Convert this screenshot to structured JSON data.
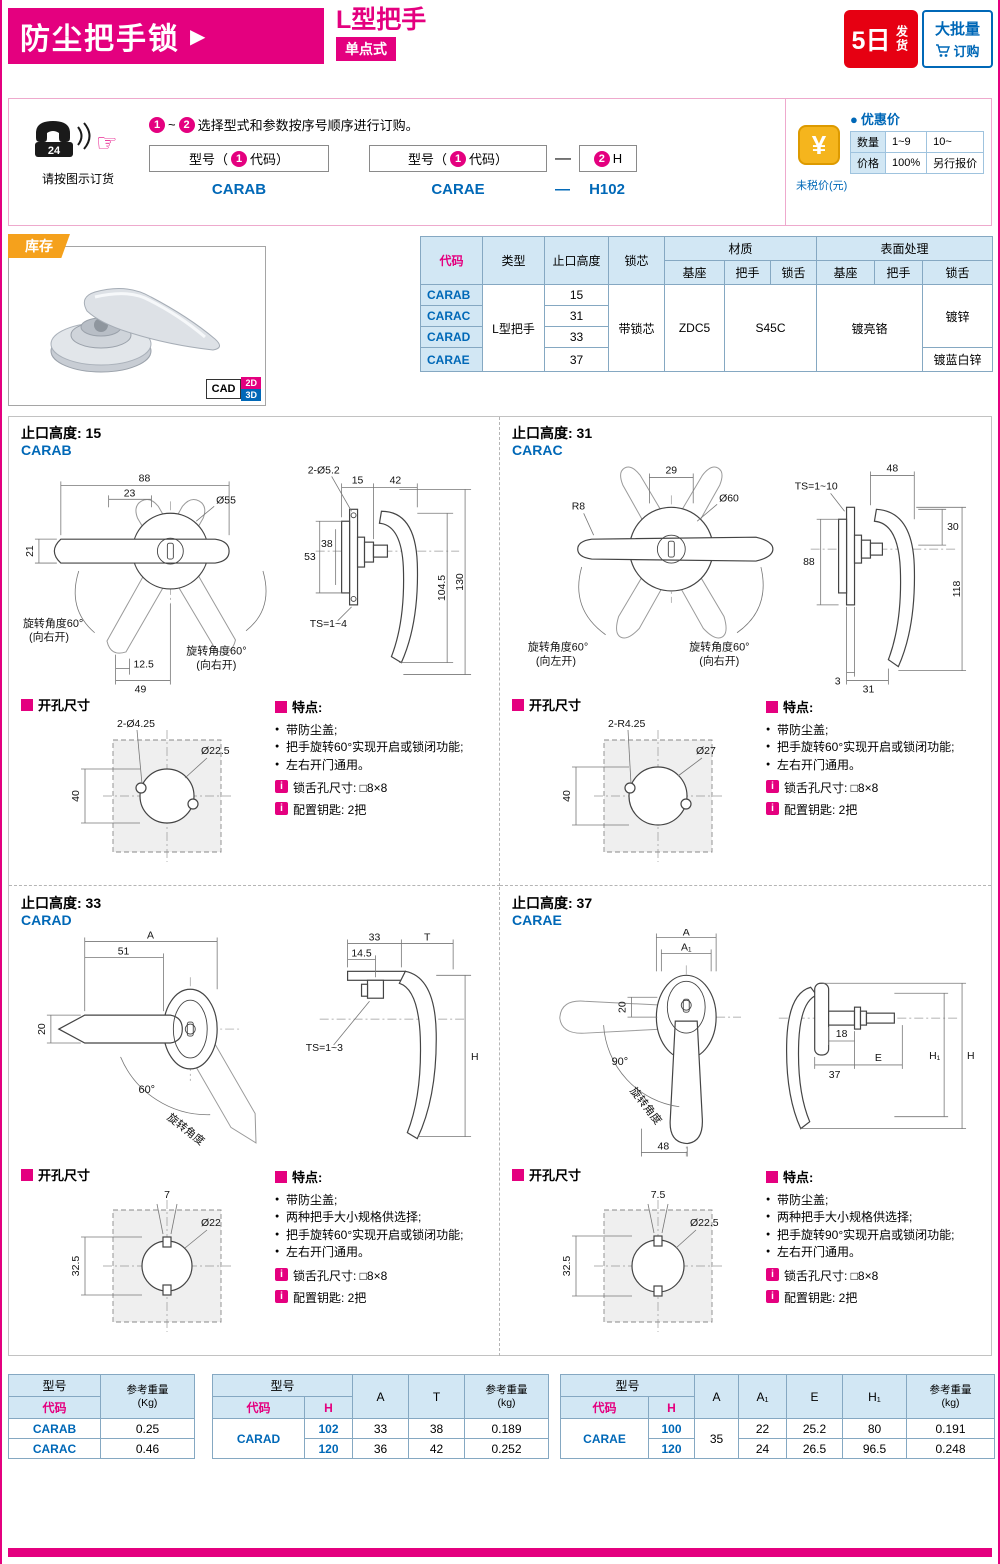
{
  "colors": {
    "accent": "#e4007f",
    "blue": "#0068b7",
    "light_blue": "#d2e7f4",
    "orange": "#f5a11c",
    "red": "#e60012"
  },
  "icons": {
    "info": "i",
    "hand": "☞",
    "dot": "●",
    "yen": "¥"
  },
  "header": {
    "title": "防尘把手锁",
    "arrow": "▶",
    "subtitle": "L型把手",
    "subtitle2": "单点式",
    "ship_big": "5日",
    "ship_small": "发货",
    "bulk_top": "大批量",
    "bulk_bottom": "订购"
  },
  "ordering": {
    "phone_24": "24",
    "hand_glyph": "☞",
    "phone_caption": "请按图示订货",
    "step1": "1",
    "step_tilde": "~",
    "step2": "2",
    "instruction": "选择型式和参数按序号顺序进行订购。",
    "spec_prefix": "型号（",
    "spec_circ": "1",
    "spec_suffix": "代码）",
    "spec2_circ": "2",
    "spec2_param": "H",
    "dash": "—",
    "example1": "CARAB",
    "example2": "CARAE",
    "example2_code": "H102",
    "yen": "¥",
    "dot": "●",
    "price_title": "优惠价",
    "qty_label": "数量",
    "qty1": "1~9",
    "qty2": "10~",
    "price_label": "价格",
    "price1": "100%",
    "price2": "另行报价",
    "note": "未税价(元)"
  },
  "stock": {
    "label": "库存",
    "cad": "CAD",
    "d2": "2D",
    "d3": "3D"
  },
  "spec_table": {
    "h_code": "代码",
    "h_type": "类型",
    "h_height": "止口高度",
    "h_core": "锁芯",
    "h_material": "材质",
    "h_surface": "表面处理",
    "h_base": "基座",
    "h_handle": "把手",
    "h_tongue": "锁舌",
    "h_base2": "基座",
    "h_handle2": "把手",
    "h_tongue2": "锁舌",
    "type_value": "L型把手",
    "core_value": "带锁芯",
    "mat_base": "ZDC5",
    "mat_handle": "S45C",
    "surf_base_handle": "镀亮铬",
    "surf_tongue_a": "镀锌",
    "surf_tongue_b": "镀蓝白锌",
    "rows": [
      {
        "code": "CARAB",
        "height": "15"
      },
      {
        "code": "CARAC",
        "height": "31"
      },
      {
        "code": "CARAD",
        "height": "33"
      },
      {
        "code": "CARAE",
        "height": "37"
      }
    ]
  },
  "q1": {
    "height_label": "止口高度: 15",
    "code": "CARAB",
    "front": {
      "a": "88",
      "b": "23",
      "c": "Ø55",
      "d": "21",
      "e": "12.5",
      "f": "49",
      "rot1": "旋转角度60°",
      "rot1b": "(向右开)",
      "rot2": "旋转角度60°",
      "rot2b": "(向右开)"
    },
    "side": {
      "a": "2-Ø5.2",
      "b": "15",
      "c": "42",
      "d": "53",
      "e": "38",
      "f": "TS=1~4",
      "g": "104.5",
      "h": "130"
    },
    "hole_title": "开孔尺寸",
    "hole": {
      "a": "2-Ø4.25",
      "b": "Ø22.5",
      "c": "40"
    },
    "features_title": "特点:",
    "features": [
      "带防尘盖;",
      "把手旋转60°实现开启或锁闭功能;",
      "左右开门通用。"
    ],
    "info1": "锁舌孔尺寸: □8×8",
    "info2": "配置钥匙: 2把"
  },
  "q2": {
    "height_label": "止口高度: 31",
    "code": "CARAC",
    "front": {
      "a": "29",
      "b": "Ø60",
      "c": "R8",
      "rot1": "旋转角度60°",
      "rot1b": "(向左开)",
      "rot2": "旋转角度60°",
      "rot2b": "(向右开)"
    },
    "side": {
      "a": "TS=1~10",
      "b": "48",
      "c": "30",
      "d": "88",
      "e": "118",
      "f": "3",
      "g": "31"
    },
    "hole_title": "开孔尺寸",
    "hole": {
      "a": "2-R4.25",
      "b": "Ø27",
      "c": "40"
    },
    "features_title": "特点:",
    "features": [
      "带防尘盖;",
      "把手旋转60°实现开启或锁闭功能;",
      "左右开门通用。"
    ],
    "info1": "锁舌孔尺寸: □8×8",
    "info2": "配置钥匙: 2把"
  },
  "q3": {
    "height_label": "止口高度: 33",
    "code": "CARAD",
    "front": {
      "a": "51",
      "b": "A",
      "c": "20",
      "rot": "60°",
      "rotb": "旋转角度"
    },
    "side": {
      "a": "33",
      "b": "14.5",
      "c": "T",
      "d": "TS=1~3",
      "e": "H"
    },
    "hole_title": "开孔尺寸",
    "hole": {
      "a": "7",
      "b": "Ø22",
      "c": "32.5"
    },
    "features_title": "特点:",
    "features": [
      "带防尘盖;",
      "两种把手大小规格供选择;",
      "把手旋转60°实现开启或锁闭功能;",
      "左右开门通用。"
    ],
    "info1": "锁舌孔尺寸: □8×8",
    "info2": "配置钥匙: 2把"
  },
  "q4": {
    "height_label": "止口高度: 37",
    "code": "CARAE",
    "front": {
      "a": "A",
      "b": "A₁",
      "c": "20",
      "d": "48",
      "rot": "90°",
      "rotb": "旋转角度"
    },
    "side": {
      "a": "18",
      "b": "37",
      "c": "E",
      "d": "H",
      "e": "H₁"
    },
    "hole_title": "开孔尺寸",
    "hole": {
      "a": "7.5",
      "b": "Ø22.5",
      "c": "32.5"
    },
    "features_title": "特点:",
    "features": [
      "带防尘盖;",
      "两种把手大小规格供选择;",
      "把手旋转90°实现开启或锁闭功能;",
      "左右开门通用。"
    ],
    "info1": "锁舌孔尺寸: □8×8",
    "info2": "配置钥匙: 2把"
  },
  "t1": {
    "h_model": "型号",
    "h_code": "代码",
    "h_weight": "参考重量",
    "h_weight_unit": "(Kg)",
    "rows": [
      {
        "code": "CARAB",
        "w": "0.25"
      },
      {
        "code": "CARAC",
        "w": "0.46"
      }
    ]
  },
  "t2": {
    "h_model": "型号",
    "h_code": "代码",
    "h_h": "H",
    "h_a": "A",
    "h_t": "T",
    "h_weight": "参考重量",
    "h_weight_unit": "(kg)",
    "code": "CARAD",
    "rows": [
      {
        "h": "102",
        "a": "33",
        "t": "38",
        "w": "0.189"
      },
      {
        "h": "120",
        "a": "36",
        "t": "42",
        "w": "0.252"
      }
    ]
  },
  "t3": {
    "h_model": "型号",
    "h_code": "代码",
    "h_h": "H",
    "h_a": "A",
    "h_a1": "A₁",
    "h_e": "E",
    "h_h1": "H₁",
    "h_weight": "参考重量",
    "h_weight_unit": "(kg)",
    "code": "CARAE",
    "a_shared": "35",
    "rows": [
      {
        "h": "100",
        "a1": "22",
        "e": "25.2",
        "h1": "80",
        "w": "0.191"
      },
      {
        "h": "120",
        "a1": "24",
        "e": "26.5",
        "h1": "96.5",
        "w": "0.248"
      }
    ]
  }
}
